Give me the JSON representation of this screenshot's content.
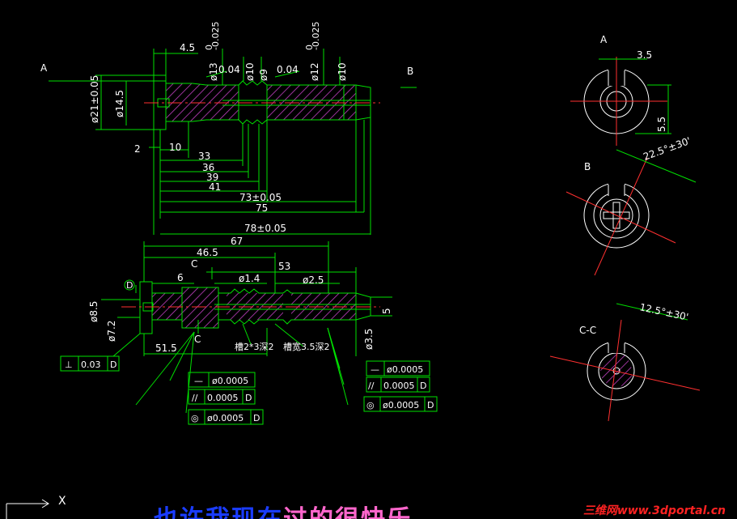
{
  "view_labels": {
    "a_left": "A",
    "b_right": "B",
    "section_c": "C",
    "c_arrow": "C",
    "datum_d": "D",
    "sec_a": "A",
    "sec_b": "B",
    "sec_cc": "C-C"
  },
  "top_view": {
    "dim_45": "4.5",
    "dim_d13": "ø13",
    "dim_d13_tol": "0",
    "dim_d13_tol2": "-0.025",
    "dim_004a": "0.04",
    "dim_d10a": "ø10",
    "dim_d9": "ø9",
    "dim_004b": "0.04",
    "dim_d12": "ø12",
    "dim_d12_tol": "0",
    "dim_d12_tol2": "-0.025",
    "dim_d10b": "ø10",
    "dim_d21": "ø21±0.05",
    "dim_d145": "ø14.5",
    "dim_2": "2",
    "dim_10": "10",
    "dim_33": "33",
    "dim_36": "36",
    "dim_39": "39",
    "dim_41": "41",
    "dim_73": "73±0.05",
    "dim_75": "75",
    "dim_78": "78±0.05"
  },
  "bottom_view": {
    "dim_67": "67",
    "dim_465": "46.5",
    "dim_53": "53",
    "dim_6": "6",
    "dim_d14": "ø1.4",
    "dim_d25": "ø2.5",
    "dim_d85": "ø8.5",
    "dim_d72": "ø7.2",
    "dim_515": "51.5",
    "dim_5": "5",
    "dim_d35": "ø3.5",
    "note_groove1": "槽2*3深2",
    "note_groove2": "槽宽3.5深2"
  },
  "gdt": {
    "perp": {
      "symbol": "⊥",
      "value": "0.03",
      "datum": "D"
    },
    "straight_left": {
      "symbol": "—",
      "value": "ø0.0005"
    },
    "parallel_left": {
      "symbol": "//",
      "value": "0.0005",
      "datum": "D"
    },
    "concentric_left": {
      "symbol": "◎",
      "value": "ø0.0005",
      "datum": "D"
    },
    "straight_right": {
      "symbol": "—",
      "value": "ø0.0005"
    },
    "parallel_right": {
      "symbol": "//",
      "value": "0.0005",
      "datum": "D"
    },
    "concentric_right": {
      "symbol": "◎",
      "value": "ø0.0005",
      "datum": "D"
    }
  },
  "sections": {
    "a_dim_35": "3.5",
    "a_dim_55": "5.5",
    "b_angle": "22.5°±30'",
    "cc_angle": "12.5°±30'"
  },
  "footer": {
    "axis_label": "X",
    "caption_a": "也许我现在",
    "caption_b": "过的很快乐",
    "watermark": "三维网www.3dportal.cn"
  },
  "colors": {
    "background": "#000000",
    "geometry": "#00e000",
    "dims": "#ffffff",
    "centerline": "#ff3030",
    "hatch": "#c040c0",
    "caption": "#1a3cff"
  }
}
